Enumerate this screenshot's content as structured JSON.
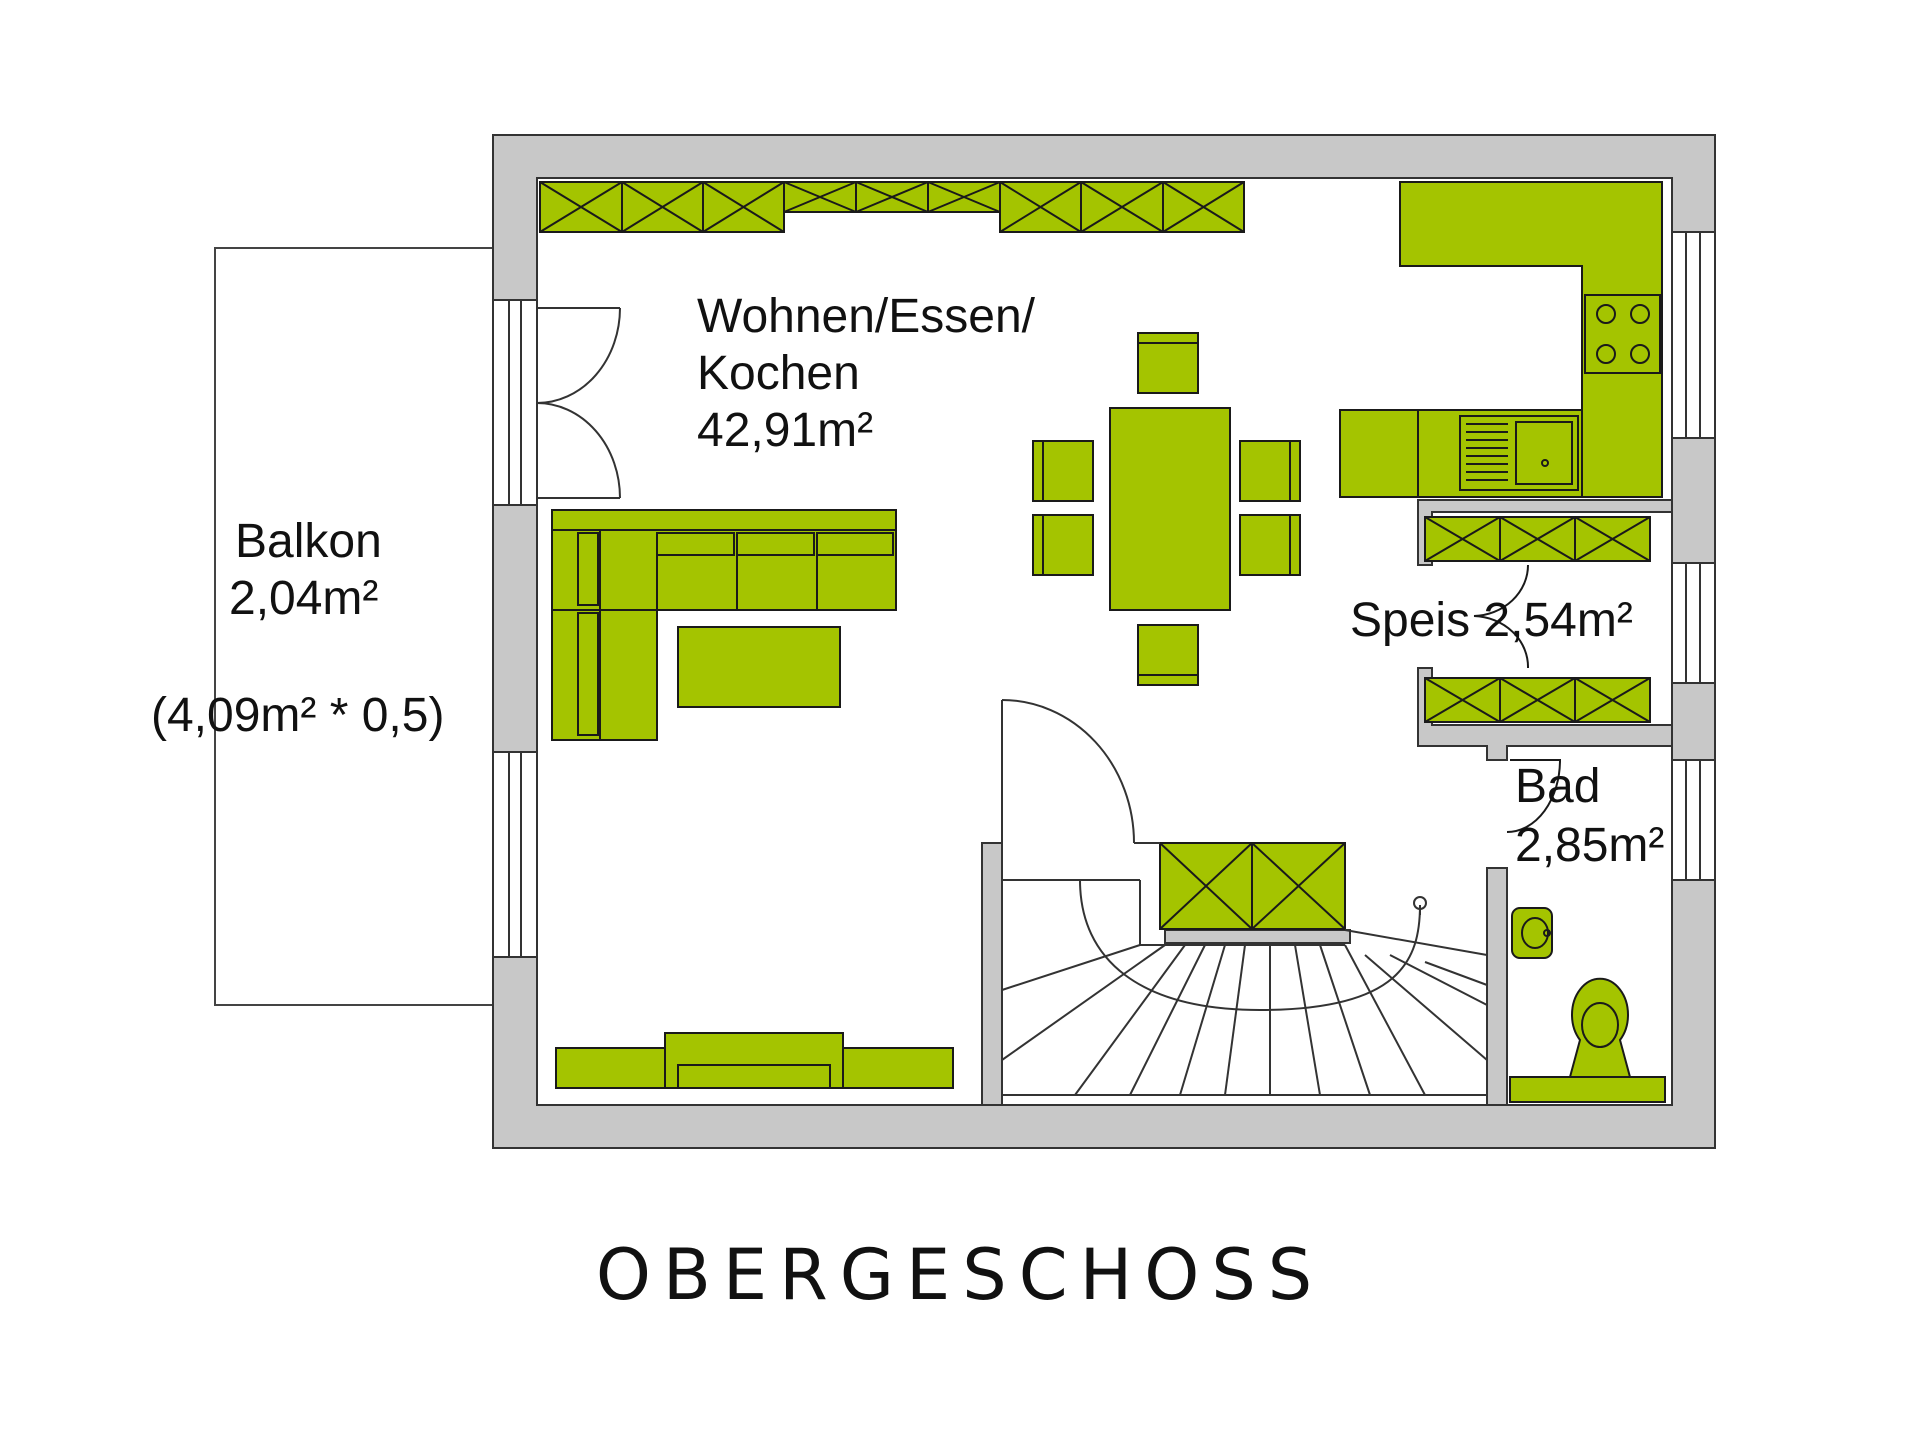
{
  "plan": {
    "title": "OBERGESCHOSS",
    "rooms": {
      "wohnen": {
        "name_line1": "Wohnen/Essen/",
        "name_line2": "Kochen",
        "area": "42,91m²"
      },
      "balkon": {
        "name": "Balkon",
        "area": "2,04m²",
        "note": "(4,09m² * 0,5)"
      },
      "speis": {
        "label": "Speis 2,54m²"
      },
      "bad": {
        "name": "Bad",
        "area": "2,85m²"
      }
    }
  },
  "colors": {
    "furniture": "#a4c400",
    "wall": "#c8c8c8",
    "line": "#1a1a1a",
    "background": "#ffffff"
  }
}
